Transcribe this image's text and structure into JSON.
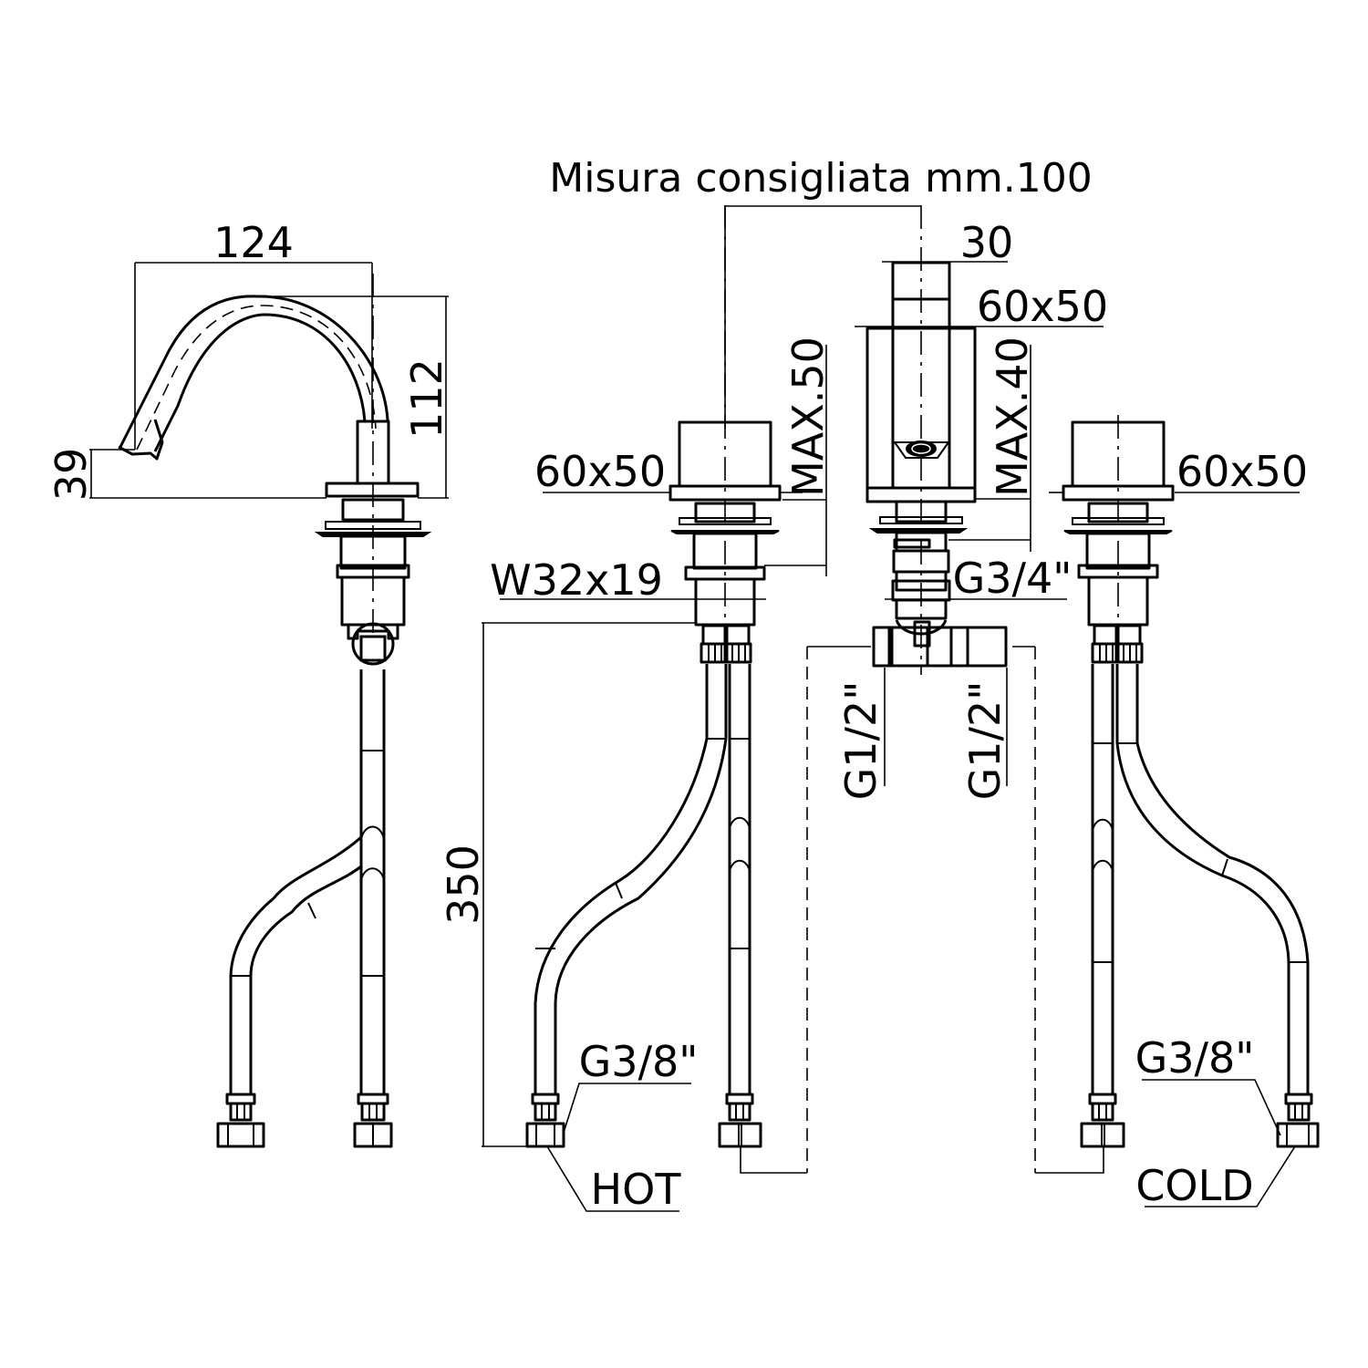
{
  "title": "Misura consigliata mm.100",
  "spout_view": {
    "width": "124",
    "height": "112",
    "outlet_height": "39"
  },
  "hot_valve": {
    "handle_size": "60x50",
    "max_thickness": "MAX.50",
    "nut": "W32x19",
    "hose_length": "350",
    "hose_thread": "G3/8\"",
    "side_label": "HOT"
  },
  "center_spout": {
    "spout_width": "30",
    "base_size": "60x50",
    "max_thickness": "MAX.40",
    "body_thread": "G3/4\"",
    "inlet_left": "G1/2\"",
    "inlet_right": "G1/2\""
  },
  "cold_valve": {
    "handle_size": "60x50",
    "hose_thread": "G3/8\"",
    "side_label": "COLD"
  }
}
